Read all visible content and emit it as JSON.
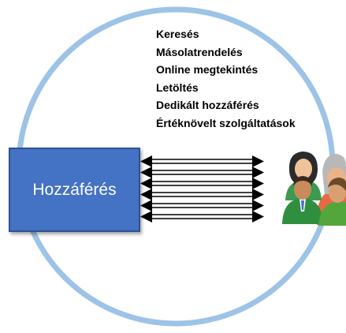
{
  "services": [
    "Keresés",
    "Másolatrendelés",
    "Online megtekintés",
    "Letöltés",
    "Dedikált hozzáférés",
    "Értéknövelt szolgáltatások"
  ],
  "access_box": {
    "label": "Hozzáférés"
  },
  "colors": {
    "ring": "#9dc3e6",
    "box_fill": "#4472c4",
    "box_border": "#2f528f",
    "arrows": "#000000"
  },
  "icons": [
    "users-group-icon"
  ]
}
